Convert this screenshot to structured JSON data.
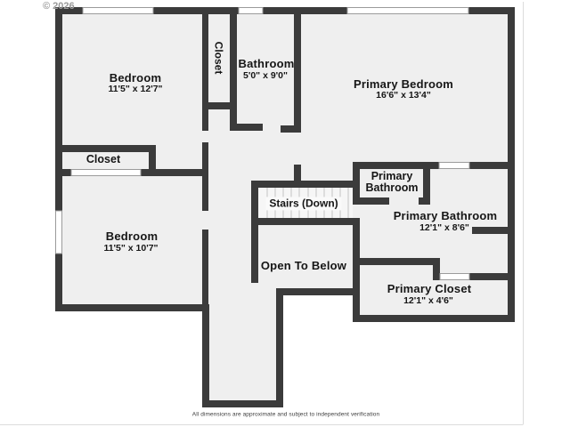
{
  "watermark": "© 2026",
  "disclaimer": "All dimensions are approximate and subject to independent verification",
  "colors": {
    "wall": "#3b3b3b",
    "floor": "#efefef",
    "window_fill": "#ffffff",
    "window_border": "#9b9b9b",
    "label_text": "#161616",
    "watermark_text": "#9a9a9a",
    "stair_tread": "#c4c4c4"
  },
  "rooms": {
    "bedroom1": {
      "name": "Bedroom",
      "dims": "11'5\" x 12'7\""
    },
    "closet_vertical": {
      "name": "Closet"
    },
    "bathroom": {
      "name": "Bathroom",
      "dims": "5'0\" x 9'0\""
    },
    "primary_bedroom": {
      "name": "Primary Bedroom",
      "dims": "16'6\" x 13'4\""
    },
    "closet2": {
      "name": "Closet"
    },
    "bedroom2": {
      "name": "Bedroom",
      "dims": "11'5\" x 10'7\""
    },
    "stairs": {
      "name": "Stairs (Down)"
    },
    "open_to_below": {
      "name": "Open To Below"
    },
    "primary_bathroom_wc": {
      "name_line1": "Primary",
      "name_line2": "Bathroom"
    },
    "primary_bathroom": {
      "name": "Primary Bathroom",
      "dims": "12'1\" x 8'6\""
    },
    "primary_closet": {
      "name": "Primary Closet",
      "dims": "12'1\" x 4'6\""
    }
  }
}
